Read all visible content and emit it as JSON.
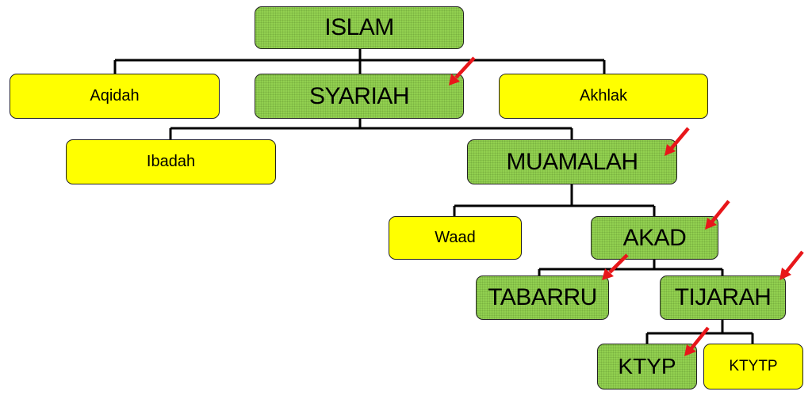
{
  "nodes": {
    "islam": "ISLAM",
    "aqidah": "Aqidah",
    "syariah": "SYARIAH",
    "akhlak": "Akhlak",
    "ibadah": "Ibadah",
    "muamalah": "MUAMALAH",
    "waad": "Waad",
    "akad": "AKAD",
    "tabarru": "TABARRU",
    "tijarah": "TIJARAH",
    "ktyp": "KTYP",
    "ktytp": "KTYTP"
  },
  "colors": {
    "green_node": "#92d050",
    "yellow_node": "#ffff00",
    "arrow": "#e8161a"
  }
}
